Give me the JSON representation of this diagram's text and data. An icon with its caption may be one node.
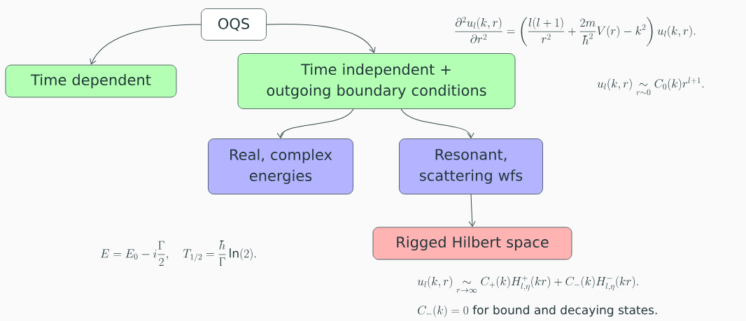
{
  "diagram": {
    "nodes": [
      {
        "text": [
          "OQS"
        ]
      },
      {
        "text": [
          "Time dependent"
        ]
      },
      {
        "text": [
          "Time independent + outgoing boundary conditions"
        ]
      },
      {
        "text": [
          "Real, complex energies"
        ]
      },
      {
        "text": [
          "Resonant, scattering wfs"
        ]
      },
      {
        "text": [
          "Rigged Hilbert space"
        ]
      }
    ],
    "edges": [
      {
        "from": 0,
        "to": 1,
        "arrow": "to"
      },
      {
        "from": 0,
        "to": 2,
        "arrow": "to"
      },
      {
        "from": 2,
        "to": 3,
        "arrow": "to"
      },
      {
        "from": 2,
        "to": 4,
        "arrow": "to"
      },
      {
        "from": 4,
        "to": 5,
        "arrow": "to"
      }
    ],
    "labels": [
      "\\frac{\\partial^2 u_l(k,r)}{\\partial r^2} = \\left(\\frac{l(l+1)}{r^2} + \\frac{2m}{\\hbar^2}V(r) - k^2\\right)u_l(k,r).",
      "u_l(k,r) \\underset{r\\sim 0}{\\sim} C_0(k)r^{l+1}.",
      "E = E_0 - i\\frac{\\Gamma}{2}, \\quad T_{1/2} = \\frac{\\hbar}{\\Gamma}\\ln(2).",
      "u_l(k,r) \\underset{r\\to\\infty}{\\sim} C_+(k)H^+_{l,\\eta}(kr) + C_-(k)H^-_{l,\\eta}(kr).",
      "C_-(k) = 0 \\text{ for bound and decaying states.}"
    ]
  }
}
